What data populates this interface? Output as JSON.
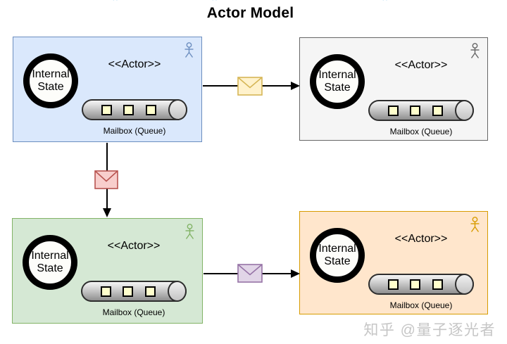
{
  "title": "Actor Model",
  "top_marks": [
    "''",
    "''",
    "''"
  ],
  "actors": [
    {
      "position": "top-left",
      "stereotype": "<<Actor>>",
      "internal_state": "Internal State",
      "mailbox_label": "Mailbox (Queue)",
      "fill": "#dae8fc",
      "border": "#6c8ebf",
      "figure_color": "#6c8ebf"
    },
    {
      "position": "top-right",
      "stereotype": "<<Actor>>",
      "internal_state": "Internal State",
      "mailbox_label": "Mailbox (Queue)",
      "fill": "#f5f5f5",
      "border": "#666666",
      "figure_color": "#666666"
    },
    {
      "position": "bottom-left",
      "stereotype": "<<Actor>>",
      "internal_state": "Internal State",
      "mailbox_label": "Mailbox (Queue)",
      "fill": "#d5e8d4",
      "border": "#82b366",
      "figure_color": "#82b366"
    },
    {
      "position": "bottom-right",
      "stereotype": "<<Actor>>",
      "internal_state": "Internal State",
      "mailbox_label": "Mailbox (Queue)",
      "fill": "#ffe6cc",
      "border": "#d79b00",
      "figure_color": "#d79b00"
    }
  ],
  "queue": {
    "cell_color": "#ffffcc",
    "cell_count": 3
  },
  "messages": [
    {
      "route": "top-left to top-right",
      "fill": "#fff2cc",
      "stroke": "#d6b656"
    },
    {
      "route": "top-left to bottom-left",
      "fill": "#f8cecc",
      "stroke": "#b85450"
    },
    {
      "route": "bottom-left to bottom-right",
      "fill": "#e1d5e7",
      "stroke": "#9673a6"
    }
  ],
  "watermark": "知乎 @量子逐光者"
}
